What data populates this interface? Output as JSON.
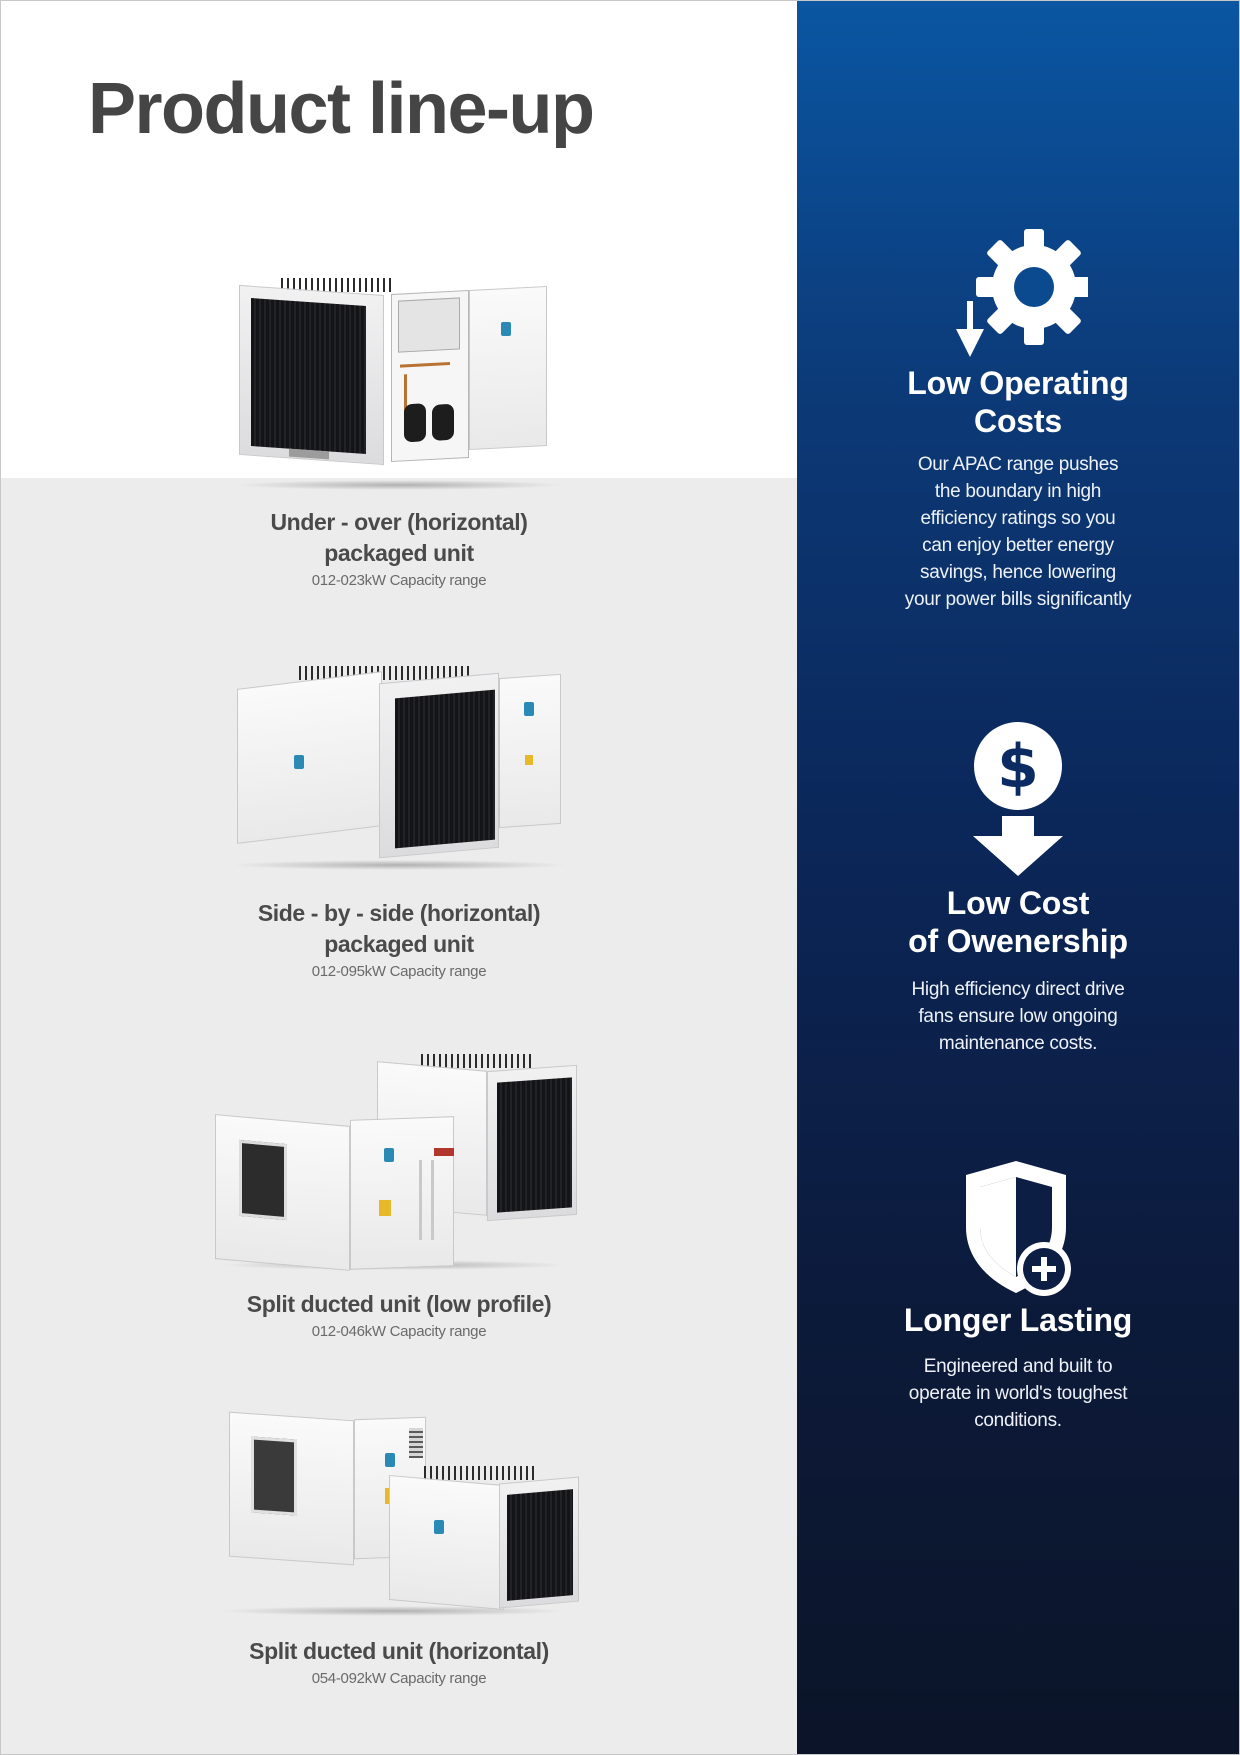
{
  "page": {
    "title": "Product line-up"
  },
  "products": [
    {
      "name_lines": [
        "Under - over (horizontal)",
        "packaged unit"
      ],
      "capacity": "012-023kW Capacity range",
      "image": "under-over-packaged-unit-photo"
    },
    {
      "name_lines": [
        "Side - by - side (horizontal)",
        "packaged unit"
      ],
      "capacity": "012-095kW Capacity range",
      "image": "side-by-side-packaged-unit-photo"
    },
    {
      "name_lines": [
        "Split ducted unit (low profile)"
      ],
      "capacity": "012-046kW Capacity range",
      "image": "split-ducted-low-profile-unit-photo"
    },
    {
      "name_lines": [
        "Split ducted unit (horizontal)"
      ],
      "capacity": "054-092kW Capacity range",
      "image": "split-ducted-horizontal-unit-photo"
    }
  ],
  "features": [
    {
      "icon": "gear-down-arrow-icon",
      "title_lines": [
        "Low Operating",
        "Costs"
      ],
      "desc_lines": [
        "Our APAC range pushes",
        "the boundary in high",
        "efficiency ratings so you",
        "can enjoy better energy",
        "savings, hence lowering",
        "your power bills significantly"
      ]
    },
    {
      "icon": "dollar-down-arrow-icon",
      "title_lines": [
        "Low Cost",
        "of Owenership"
      ],
      "desc_lines": [
        "High efficiency direct drive",
        "fans ensure low ongoing",
        "maintenance costs."
      ]
    },
    {
      "icon": "shield-plus-icon",
      "title_lines": [
        "Longer Lasting"
      ],
      "desc_lines": [
        "Engineered and built to",
        "operate in world's toughest",
        "conditions."
      ]
    }
  ],
  "colors": {
    "panel_top": "#0a56a2",
    "panel_bottom": "#0b1428",
    "left_grey": "#ececec",
    "title_grey": "#454545"
  }
}
